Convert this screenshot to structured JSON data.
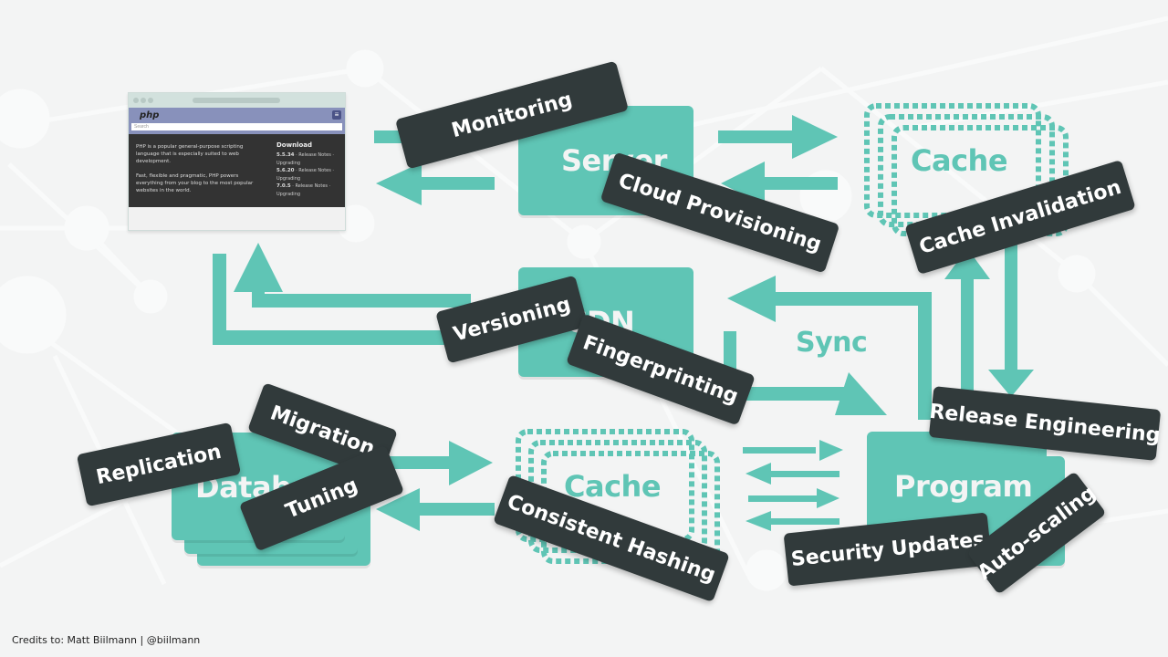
{
  "colors": {
    "background": "#f3f4f4",
    "accent_teal": "#5fc5b5",
    "tag_dark": "#313a3b",
    "tag_text": "#ffffff"
  },
  "components": {
    "server": "Server",
    "cdn": "CDN",
    "database": "Database",
    "cache_top": "Cache",
    "cache_bottom": "Cache",
    "program": "Program",
    "sync": "Sync"
  },
  "tags": {
    "monitoring": "Monitoring",
    "cloud_provisioning": "Cloud Provisioning",
    "cache_invalidation": "Cache Invalidation",
    "versioning": "Versioning",
    "fingerprinting": "Fingerprinting",
    "release_engineering": "Release Engineering",
    "replication": "Replication",
    "migration": "Migration",
    "tuning": "Tuning",
    "consistent_hashing": "Consistent Hashing",
    "security_updates": "Security Updates",
    "auto_scaling": "Auto-scaling"
  },
  "browser": {
    "logo": "php",
    "search_placeholder": "Search",
    "description_1": "PHP is a popular general-purpose scripting language that is especially suited to web development.",
    "description_2": "Fast, flexible and pragmatic, PHP powers everything from your blog to the most popular websites in the world.",
    "download_title": "Download",
    "versions": [
      {
        "version": "5.5.34",
        "links": "· Release Notes ·",
        "extra": "Upgrading"
      },
      {
        "version": "5.6.20",
        "links": "· Release Notes ·",
        "extra": "Upgrading"
      },
      {
        "version": "7.0.5",
        "links": "· Release Notes ·",
        "extra": "Upgrading"
      }
    ]
  },
  "credits": "Credits to: Matt Biilmann | @biilmann"
}
